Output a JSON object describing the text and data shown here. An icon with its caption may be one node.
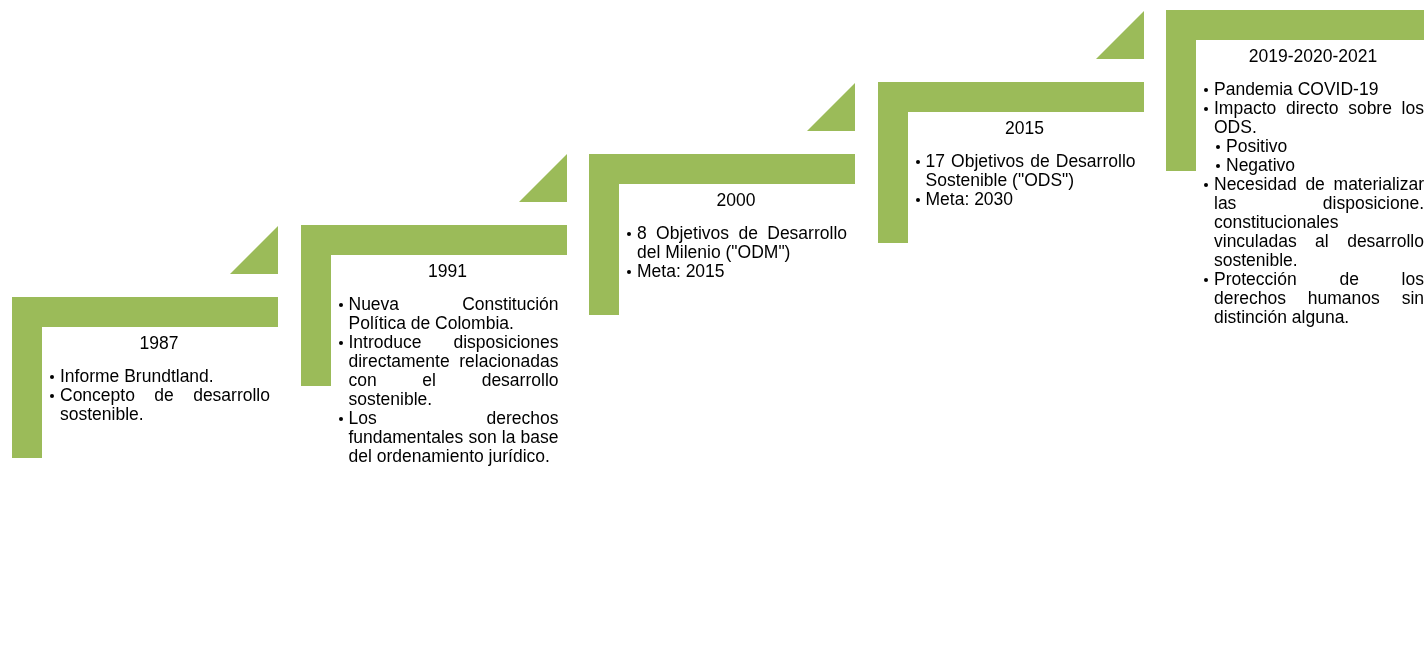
{
  "diagram": {
    "nodes": [
      {
        "text": [
          "1987",
          "Informe Brundtland.",
          "Concepto de desarrollo sostenible."
        ]
      },
      {
        "text": [
          "1991",
          "Nueva Constitución Política de Colombia.",
          "Introduce disposiciones directamente relacionadas con el desarrollo sostenible.",
          "Los derechos fundamentales son la base del ordenamiento jurídico."
        ]
      },
      {
        "text": [
          "2000",
          "8 Objetivos de Desarrollo del Milenio (\"ODM\")",
          "Meta: 2015"
        ]
      },
      {
        "text": [
          "2015",
          "17 Objetivos de Desarrollo Sostenible (\"ODS\")",
          "Meta: 2030"
        ]
      },
      {
        "text": [
          "2019-2020-2021",
          "Pandemia COVID-19",
          "Impacto directo sobre los ODS.",
          "Positivo",
          "Negativo",
          "Necesidad de materializar las disposicione. constitucionales vinculadas al desarrollo sostenible.",
          "Protección de los derechos humanos sin distinción alguna."
        ]
      }
    ]
  }
}
